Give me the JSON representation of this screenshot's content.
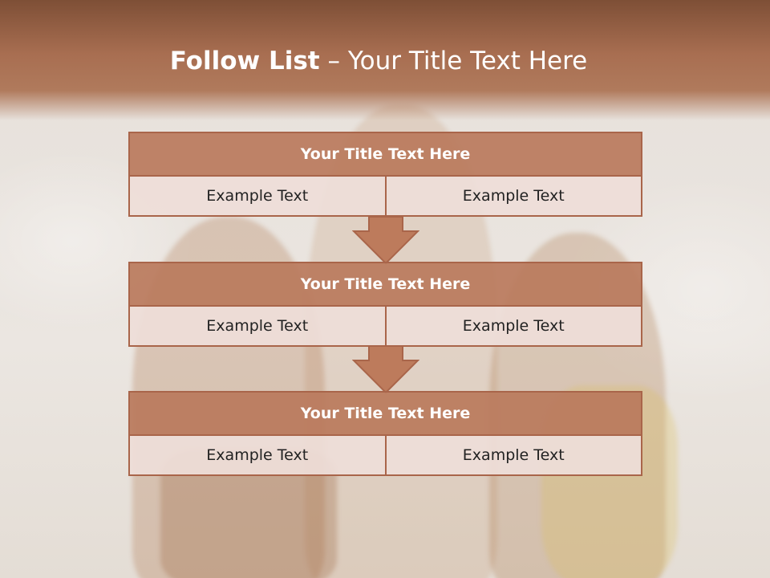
{
  "slide": {
    "title_bold": "Follow List",
    "title_rest": " – Your Title Text Here"
  },
  "blocks": [
    {
      "title": "Your Title Text Here",
      "left": "Example Text",
      "right": "Example Text"
    },
    {
      "title": "Your Title Text Here",
      "left": "Example Text",
      "right": "Example Text"
    },
    {
      "title": "Your Title Text Here",
      "left": "Example Text",
      "right": "Example Text"
    }
  ],
  "colors": {
    "header": "#a86e51",
    "block_title": "#ba795c",
    "cell": "#eeded8",
    "border": "#a9654a"
  },
  "icons": [
    "down-arrow-icon",
    "down-arrow-icon"
  ]
}
